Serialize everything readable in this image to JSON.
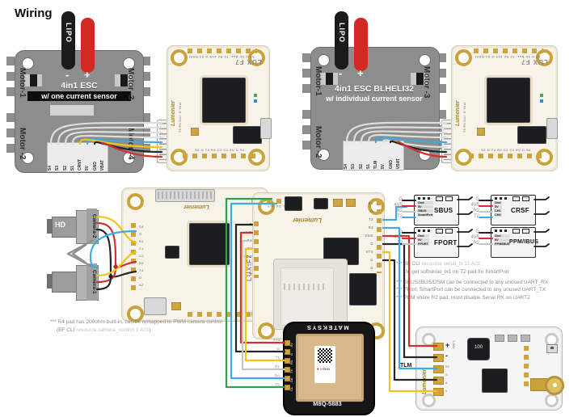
{
  "title": "Wiring",
  "colors": {
    "wire_signal_white": "#dedede",
    "wire_yellow": "#f0c418",
    "wire_red": "#d2302a",
    "wire_black": "#252525",
    "wire_blue": "#41aade",
    "wire_green": "#2ba24f",
    "wire_grey": "#c6c6c6",
    "esc_body": "#8d8d8d",
    "pcb": "#f7f3e9",
    "pad_gold": "#cfa43e"
  },
  "esc1": {
    "lipo": "LIPO",
    "minus": "-",
    "plus": "+",
    "line1": "4in1 ESC",
    "line2": "w/ one current sensor",
    "motors": [
      "Motor-1",
      "Motor -2",
      "Motor -3",
      "Motor -4"
    ],
    "pins": [
      "S4",
      "S3",
      "S2",
      "S1",
      "CRNT",
      "5V",
      "GND",
      "VBAT"
    ]
  },
  "esc2": {
    "lipo": "LIPO",
    "minus": "-",
    "plus": "+",
    "line1": "4in1 ESC  BLHELI32",
    "line2": "w/ individual current sensor",
    "motors": [
      "Motor-1",
      "Motor -2",
      "Motor -3"
    ],
    "pins": [
      "S4",
      "S3",
      "S2",
      "S1",
      "TLM",
      "5V",
      "GND",
      "VBAT"
    ]
  },
  "fc": {
    "brand": "Lumenier",
    "model": "LUX F7",
    "top_pads": "S3 G 5V Buz- T2 R2 4V5 G S1 RSSI",
    "bottom_pads": "S2 G T4 R4 C2 C1 5V G S4",
    "left_pads": "T6 R6 Curr G Vbat"
  },
  "fc_cam": {
    "brand": "Lumenier",
    "model": "LUX F7",
    "left_pads": [
      "S4",
      "G",
      "5V",
      "C1",
      "C2",
      "R4",
      "T4",
      "G",
      "S2"
    ]
  },
  "fc_back": {
    "brand": "Lumenier",
    "top_pads": "CL DA 3V3",
    "left_pads": [
      "G",
      "4V5",
      "R1",
      "T1",
      "LED",
      "5V",
      "G"
    ],
    "right_pads": [
      "5V",
      "G",
      "T2",
      "R3",
      "Vbat",
      "G",
      "VTX",
      "G",
      "G"
    ]
  },
  "cameras": {
    "cam2": "Camera-2",
    "cam2_tag": "HD",
    "cam1": "Camera-1"
  },
  "receivers": [
    {
      "name": "SBUS",
      "ext": [
        "G",
        "4V5",
        "R2",
        "T2"
      ],
      "pins": [
        "Gnd",
        "5V",
        "SBUS",
        "SmartPort"
      ]
    },
    {
      "name": "CRSF",
      "ext": [
        "G",
        "4V5",
        "R2",
        "T2"
      ],
      "pins": [
        "Gnd",
        "5V",
        "CH1",
        "CH2"
      ]
    },
    {
      "name": "FPORT",
      "ext": [
        "G",
        "4V5",
        "T2"
      ],
      "pins": [
        "Gnd",
        "5V",
        "FPORT"
      ]
    },
    {
      "name": "PPM/IBUS",
      "ext": [
        "G",
        "4V5",
        "R2"
      ],
      "pins": [
        "Gnd",
        "5V",
        "PPM/IBUS"
      ]
    }
  ],
  "notes_right": {
    "l1a": "*** BF CLI",
    "l1b": "resource serial_tx 11 A02",
    "l2": "to get softserial_tx1 on T2 pad for SmartPort",
    "l3": "*** SBUS/IBUS/DSM can be connected to any unused UART_RX",
    "l4": "*** FPort, SmartPort can be connected to any unused UART_TX",
    "l5": "*** PPM share R2 pad, must disable Serial RX on UART2"
  },
  "note_left": {
    "l1": "*** R4 pad has 200ohm built-in, can be remapped to PWM camera control",
    "l2a": "(BF CLI",
    "l2b": "resource camera_control 1 A01",
    "l2c": ")"
  },
  "gps": {
    "brand": "MATEKSYS",
    "model": "M8Q-5883",
    "chip": "u-blox",
    "pins": [
      "5V",
      "G",
      "RX",
      "TX",
      "DA",
      "CL"
    ],
    "ext": [
      "4V5",
      "G",
      "T1",
      "R1",
      "DA",
      "CL"
    ]
  },
  "vtx": {
    "brand": "Lumenier",
    "tlm": "TLM",
    "plus": "+",
    "minus": "-",
    "vin": "7-30V",
    "pad_labels": [
      "5V",
      "G",
      "A",
      "V"
    ],
    "inductor": "100"
  }
}
